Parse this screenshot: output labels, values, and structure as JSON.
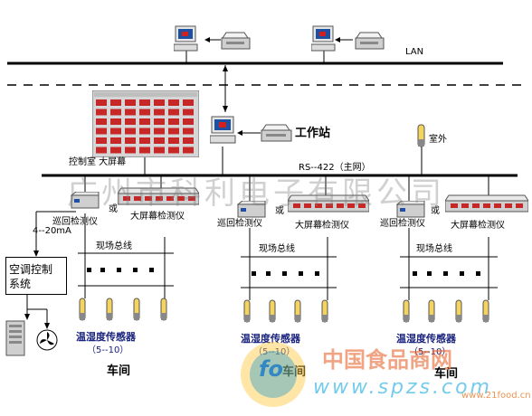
{
  "lan_label": "LAN",
  "workstation_label": "工作站",
  "outdoor_label": "室外",
  "control_room_label": "控制室 大屏幕",
  "rs422_label": "RS--422（主网）",
  "patrol_label": "巡回检测仪",
  "or_label": "或",
  "big_screen_label": "大屏幕检测仪",
  "current_label": "4--20mA",
  "ac_control_label_line1": "空调控制",
  "ac_control_label_line2": "系统",
  "field_bus_label": "现场总线",
  "sensor_label": "温湿度传感器",
  "sensor_range": "（5--10）",
  "workshop_label": "车间",
  "watermark_company": "广州市科利电子有限公司",
  "watermark_site": "中国食品商网",
  "watermark_url": "www.spzs.com",
  "watermark_url2": "www.21food.cn",
  "watermark_logo": "fo"
}
